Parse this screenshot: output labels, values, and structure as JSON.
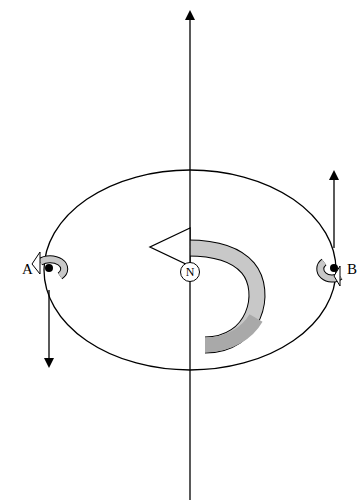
{
  "diagram": {
    "nodes": [
      {
        "text": [
          "N"
        ]
      }
    ],
    "labels": [
      "A",
      "B"
    ]
  }
}
